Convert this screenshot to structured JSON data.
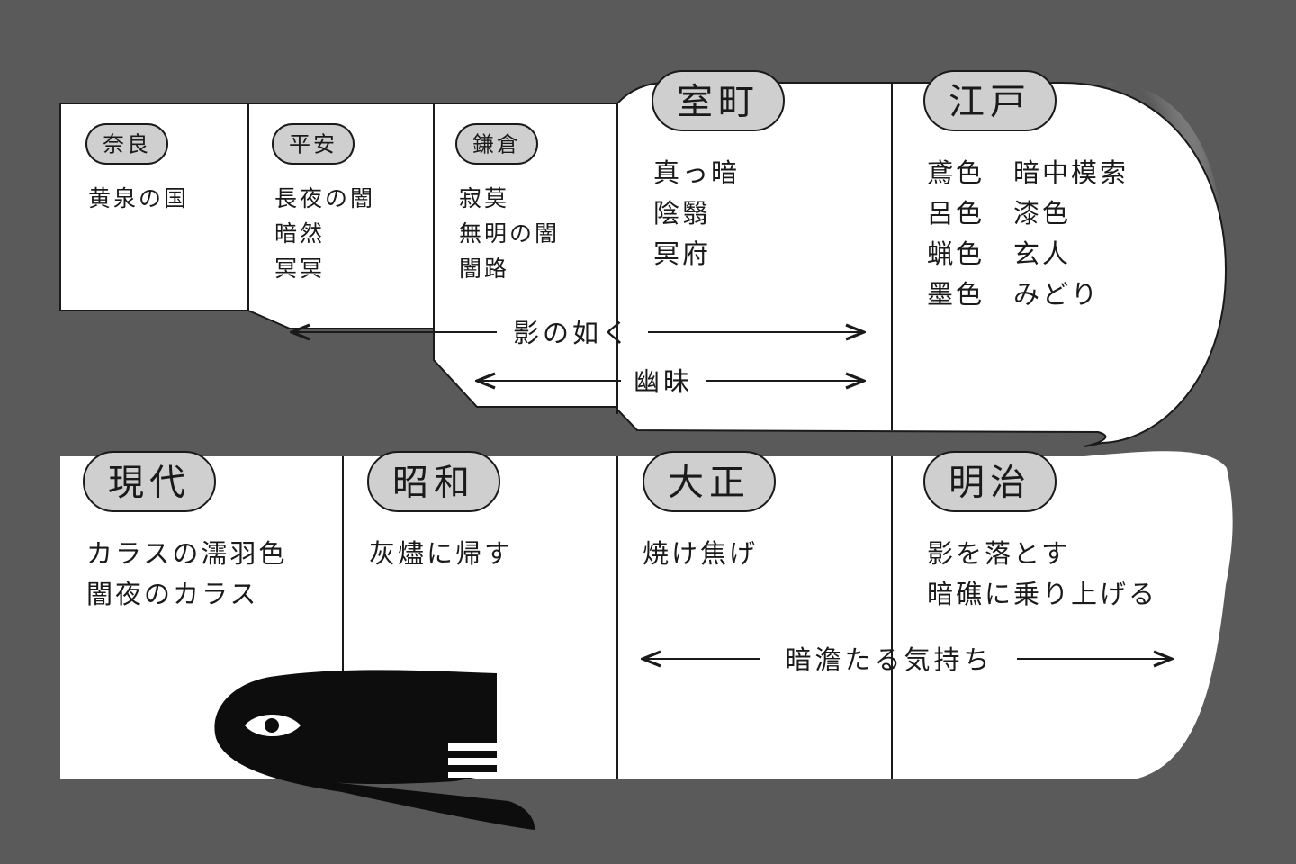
{
  "eras": [
    {
      "id": "nara",
      "name": "奈良",
      "words": [
        "黄泉の国"
      ]
    },
    {
      "id": "heian",
      "name": "平安",
      "words": [
        "長夜の闇",
        "暗然",
        "冥冥"
      ]
    },
    {
      "id": "kamakura",
      "name": "鎌倉",
      "words": [
        "寂莫",
        "無明の闇",
        "闇路"
      ]
    },
    {
      "id": "muromachi",
      "name": "室町",
      "words": [
        "真っ暗",
        "陰翳",
        "冥府"
      ]
    },
    {
      "id": "edo",
      "name": "江戸",
      "words": [
        "鳶色　暗中模索",
        "呂色　漆色",
        "蝋色　玄人",
        "墨色　みどり"
      ]
    },
    {
      "id": "meiji",
      "name": "明治",
      "words": [
        "影を落とす",
        "暗礁に乗り上げる"
      ]
    },
    {
      "id": "taisho",
      "name": "大正",
      "words": [
        "焼け焦げ"
      ]
    },
    {
      "id": "showa",
      "name": "昭和",
      "words": [
        "灰燼に帰す"
      ]
    },
    {
      "id": "gendai",
      "name": "現代",
      "words": [
        "カラスの濡羽色",
        "闇夜のカラス"
      ]
    }
  ],
  "spans": [
    {
      "id": "kage",
      "label": "影の如く"
    },
    {
      "id": "yumai",
      "label": "幽昧"
    },
    {
      "id": "ansan",
      "label": "暗澹たる気持ち"
    }
  ],
  "colors": {
    "background": "#5a5a5a",
    "paper": "#ffffff",
    "ink": "#1a1a1a",
    "badge": "#cfcfcf",
    "creature": "#0d0d0d"
  }
}
